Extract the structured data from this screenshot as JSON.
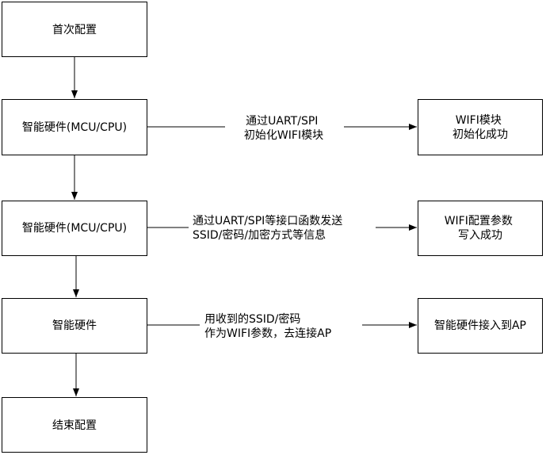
{
  "nodes": {
    "start": {
      "lines": [
        "首次配置"
      ]
    },
    "hw1": {
      "lines": [
        "智能硬件(MCU/CPU)"
      ]
    },
    "wifi_init": {
      "lines": [
        "WIFI模块",
        "初始化成功"
      ]
    },
    "hw2": {
      "lines": [
        "智能硬件(MCU/CPU)"
      ]
    },
    "wifi_params": {
      "lines": [
        "WIFI配置参数",
        "写入成功"
      ]
    },
    "hw3": {
      "lines": [
        "智能硬件"
      ]
    },
    "join_ap": {
      "lines": [
        "智能硬件接入到AP"
      ]
    },
    "end": {
      "lines": [
        "结束配置"
      ]
    }
  },
  "edges": {
    "hw1_to_wifi": {
      "lines": [
        "通过UART/SPI",
        "初始化WIFI模块"
      ]
    },
    "hw2_to_params": {
      "lines": [
        "通过UART/SPI等接口函数发送",
        "SSID/密码/加密方式等信息"
      ]
    },
    "hw3_to_ap": {
      "lines": [
        "用收到的SSID/密码",
        "作为WIFI参数，去连接AP"
      ]
    }
  }
}
